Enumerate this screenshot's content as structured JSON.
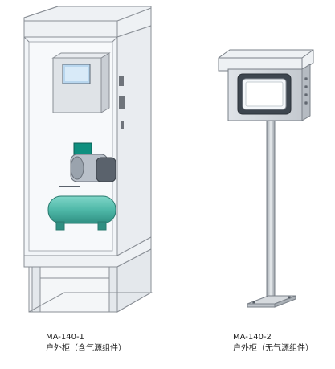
{
  "products": [
    {
      "model": "MA-140-1",
      "description": "户外柜（含气源组件）"
    },
    {
      "model": "MA-140-2",
      "description": "户外柜（无气源组件）"
    }
  ],
  "colors": {
    "frame": "#e6e9ee",
    "frame_stroke": "#8a8f96",
    "glass": "#eef2f6",
    "compressor_tank": "#4fb8a8",
    "compressor_motor": "#b9c0c9",
    "screen": "#b8d6ee",
    "pole": "#c9ced4"
  }
}
